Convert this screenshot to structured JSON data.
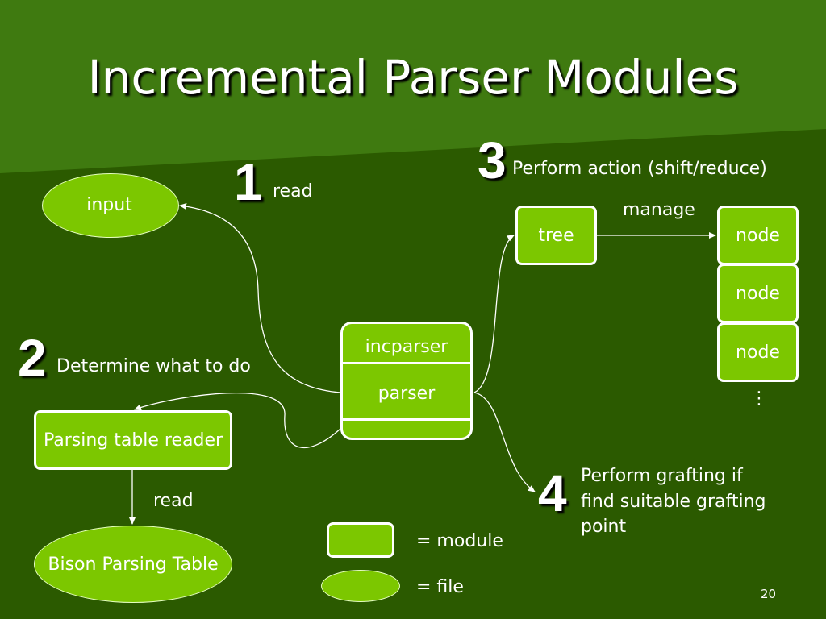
{
  "slide": {
    "title": "Incremental Parser Modules",
    "page_number": "20"
  },
  "steps": [
    {
      "number": "1",
      "text": "read"
    },
    {
      "number": "2",
      "text": "Determine what to do"
    },
    {
      "number": "3",
      "text": "Perform action (shift/reduce)"
    },
    {
      "number": "4",
      "text_lines": [
        "Perform grafting if",
        "find suitable grafting",
        "point"
      ]
    }
  ],
  "nodes": {
    "input": "input",
    "incparser": "incparser",
    "parser": "parser",
    "parsing_table_reader": "Parsing table reader",
    "bison_parsing_table": "Bison Parsing Table",
    "tree": "tree",
    "node_items": [
      "node",
      "node",
      "node"
    ],
    "more": "⋮"
  },
  "edge_labels": {
    "manage": "manage",
    "read": "read"
  },
  "legend": {
    "module": "= module",
    "file": "= file"
  },
  "colors": {
    "background": "#2b5a00",
    "band": "#3f7a10",
    "module_fill": "#7cc700",
    "outline": "#ffffff"
  }
}
